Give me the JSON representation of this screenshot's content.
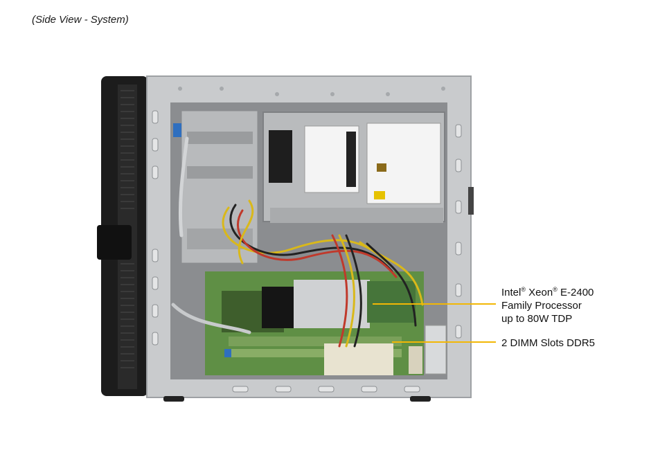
{
  "caption": "(Side View - System)",
  "callouts": {
    "processor": {
      "line1_a": "Intel",
      "reg1": "®",
      "line1_b": " Xeon",
      "reg2": "®",
      "line1_c": " E-2400",
      "line2": "Family Processor",
      "line3": "up to 80W TDP"
    },
    "dimm": {
      "label": "2 DIMM Slots DDR5"
    }
  },
  "colors": {
    "callout_line": "#f2b705",
    "chassis": "#c9cbcd",
    "front_bezel": "#1c1c1c",
    "motherboard": "#5f8f45"
  }
}
